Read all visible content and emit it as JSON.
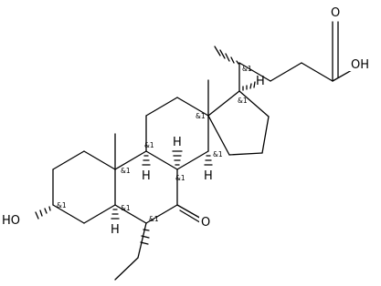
{
  "diagram": {
    "type": "chemical-structure",
    "atoms": {
      "oh_acid": "OH",
      "o_acid": "O",
      "o_ketone": "O",
      "ho_ring": "HO",
      "h_c17": "H",
      "h_c9": "H",
      "h_c8": "H",
      "h_c14": "H",
      "h_c5": "H"
    },
    "stereo_label": "&1"
  }
}
